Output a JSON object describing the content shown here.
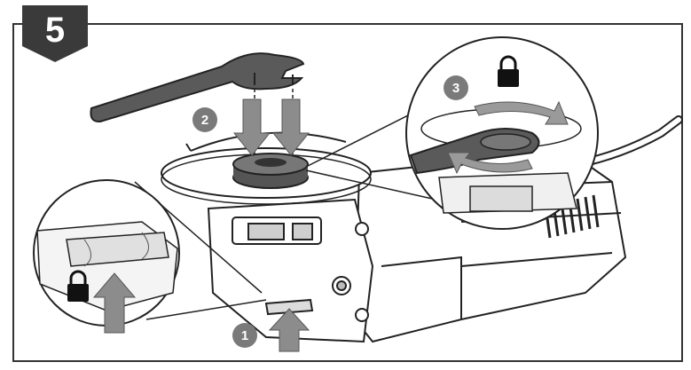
{
  "step": {
    "number": "5"
  },
  "callouts": [
    {
      "label": "1"
    },
    {
      "label": "2"
    },
    {
      "label": "3"
    }
  ],
  "colors": {
    "badge": "#3a3a3a",
    "line": "#222222",
    "callout": "#7a7a7a",
    "arrow": "#8c8c8c"
  },
  "icons": [
    "padlock-icon",
    "padlock-icon",
    "arrow-up-icon",
    "arrow-down-icon",
    "rotate-arrow-icon"
  ]
}
